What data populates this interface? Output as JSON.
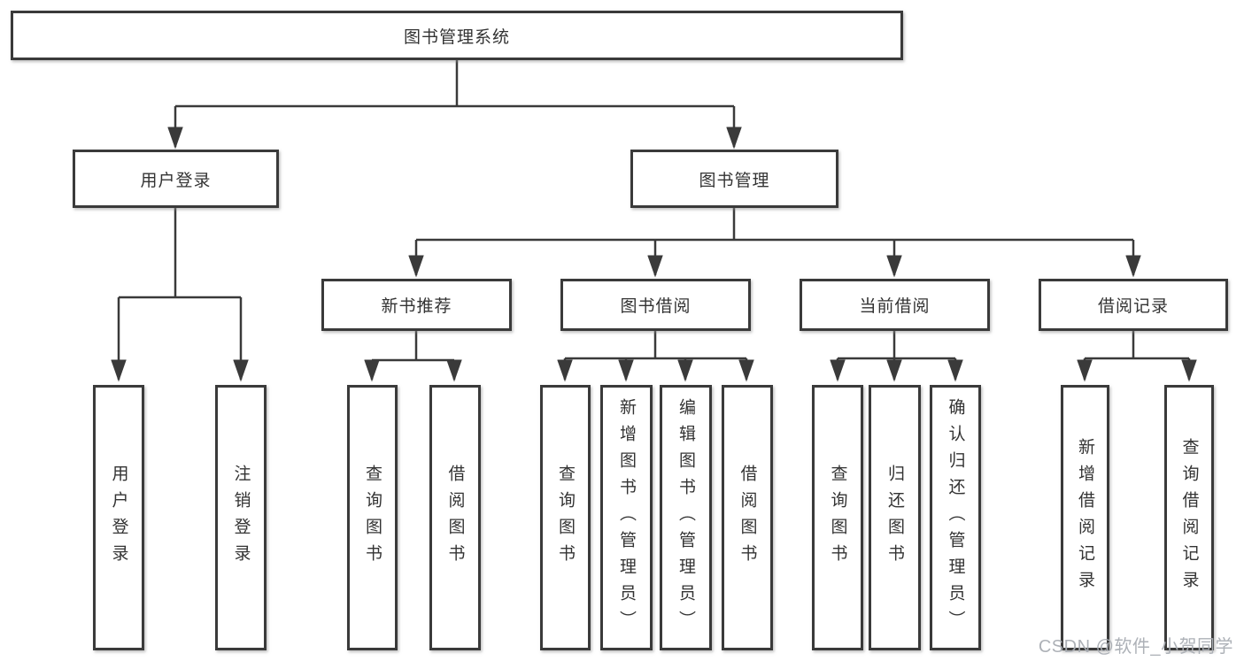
{
  "diagram": {
    "root": {
      "label": "图书管理系统"
    },
    "level2": [
      {
        "label": "用户登录",
        "children": [
          {
            "label": "用户登录"
          },
          {
            "label": "注销登录"
          }
        ]
      },
      {
        "label": "图书管理",
        "children": [
          {
            "label": "新书推荐",
            "children": [
              {
                "label": "查询图书"
              },
              {
                "label": "借阅图书"
              }
            ]
          },
          {
            "label": "图书借阅",
            "children": [
              {
                "label": "查询图书"
              },
              {
                "label": "新增图书（管理员）"
              },
              {
                "label": "编辑图书（管理员）"
              },
              {
                "label": "借阅图书"
              }
            ]
          },
          {
            "label": "当前借阅",
            "children": [
              {
                "label": "查询图书"
              },
              {
                "label": "归还图书"
              },
              {
                "label": "确认归还（管理员）"
              }
            ]
          },
          {
            "label": "借阅记录",
            "children": [
              {
                "label": "新增借阅记录"
              },
              {
                "label": "查询借阅记录"
              }
            ]
          }
        ]
      }
    ]
  },
  "watermark": "CSDN @软件_小贺同学",
  "colors": {
    "line": "#3a3a3a",
    "box_border": "#3a3a3a",
    "text": "#333333",
    "watermark": "#a9adb3",
    "background": "#ffffff"
  }
}
